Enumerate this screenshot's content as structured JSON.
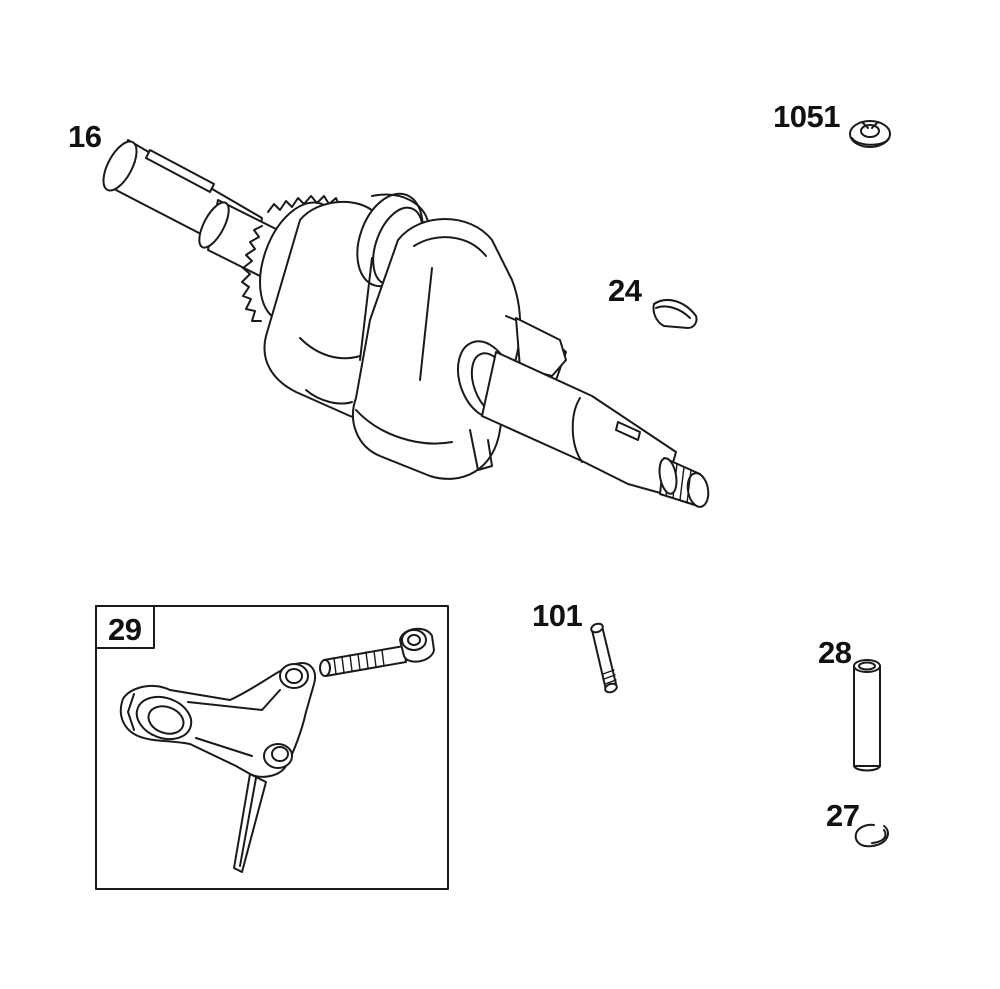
{
  "diagram": {
    "callouts": [
      {
        "id": "crankshaft",
        "label": "16"
      },
      {
        "id": "retaining-washer",
        "label": "1051"
      },
      {
        "id": "key",
        "label": "24"
      },
      {
        "id": "connecting-rod-kit",
        "label": "29"
      },
      {
        "id": "pin",
        "label": "101"
      },
      {
        "id": "wrist-pin",
        "label": "28"
      },
      {
        "id": "retainer-clip",
        "label": "27"
      }
    ]
  }
}
